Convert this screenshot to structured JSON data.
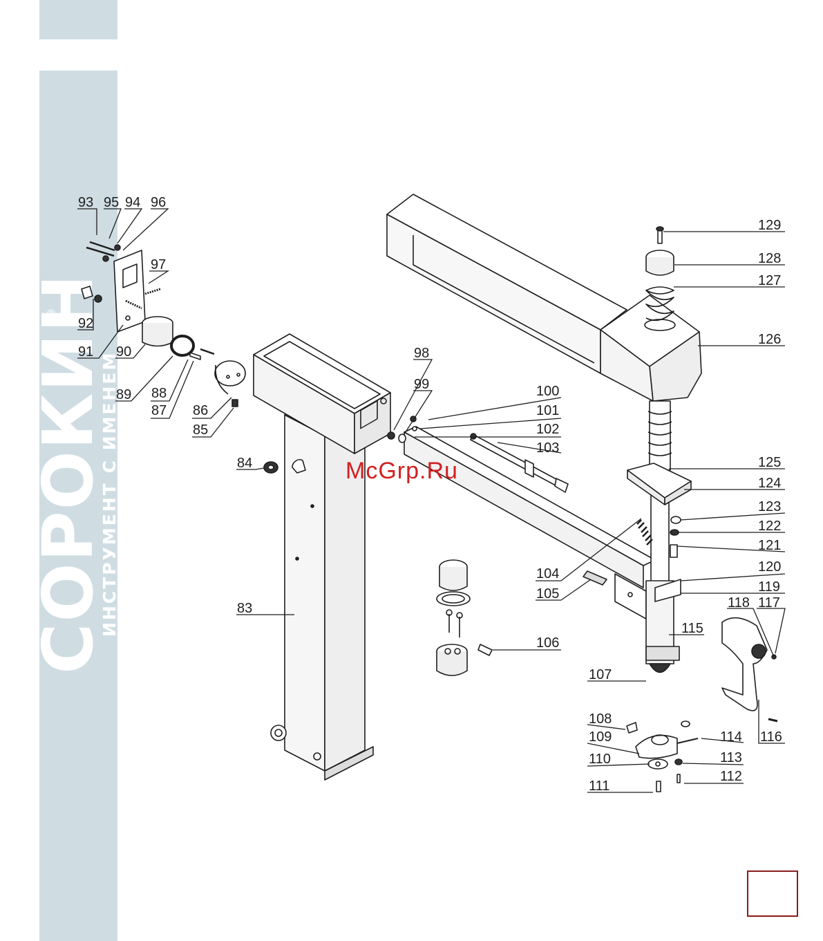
{
  "brand": {
    "name": "СОРОКИН",
    "tagline": "ИНСТРУМЕНТ С ИМЕНЕМ",
    "registered_mark": "®"
  },
  "watermark": "McGrp.Ru",
  "page_number": "",
  "colors": {
    "sidebar": "#cfdde3",
    "line": "#1e1e1e",
    "watermark": "#d22020",
    "page_box_border": "#8a1a1a"
  },
  "parts": [
    "83",
    "84",
    "85",
    "86",
    "87",
    "88",
    "89",
    "90",
    "91",
    "92",
    "93",
    "94",
    "95",
    "96",
    "97",
    "98",
    "99",
    "100",
    "101",
    "102",
    "103",
    "104",
    "105",
    "106",
    "107",
    "108",
    "109",
    "110",
    "111",
    "112",
    "113",
    "114",
    "115",
    "116",
    "117",
    "118",
    "119",
    "120",
    "121",
    "122",
    "123",
    "124",
    "125",
    "126",
    "127",
    "128",
    "129"
  ]
}
